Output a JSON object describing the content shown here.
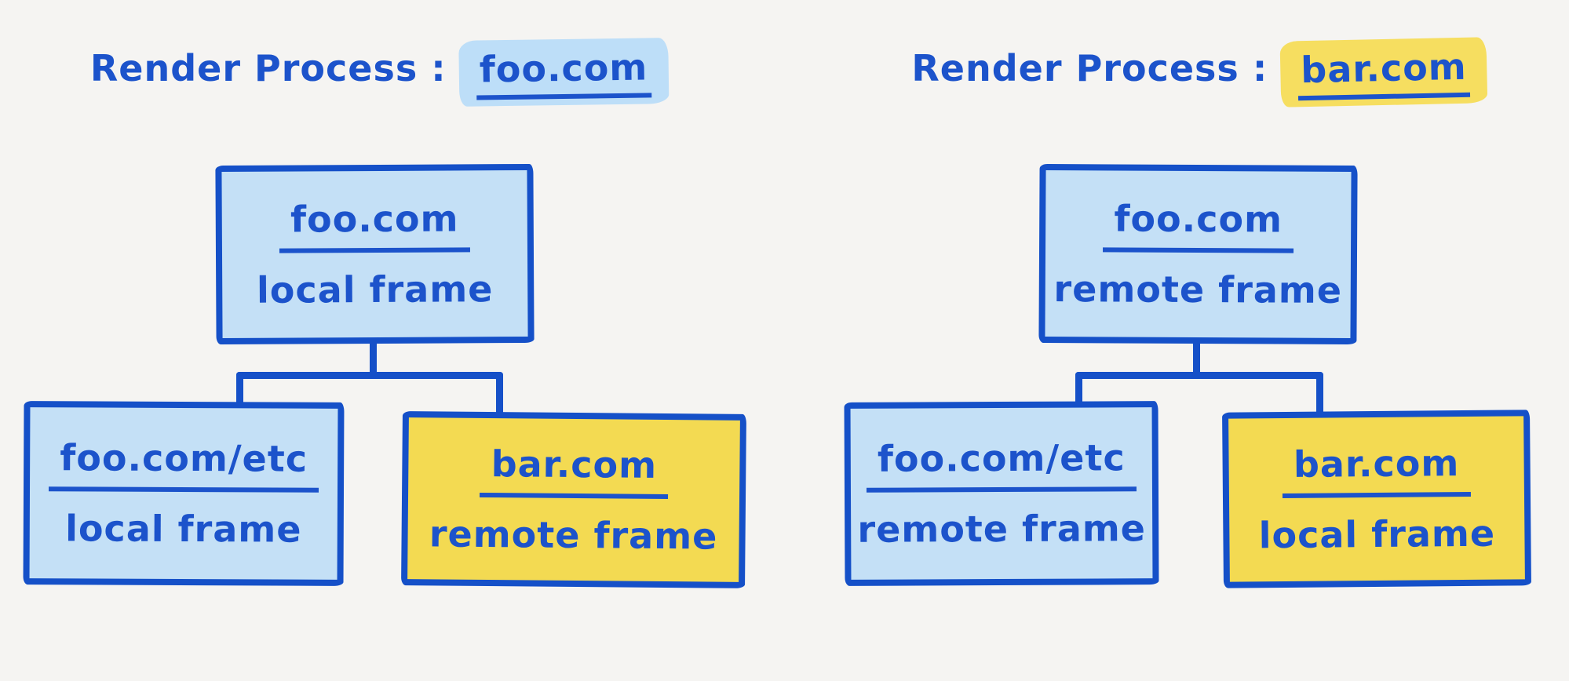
{
  "colors": {
    "background": "#F5F4F2",
    "ink_blue": "#1C53CB",
    "border_blue": "#1550C8",
    "light_blue_fill": "#C4E0F6",
    "yellow_fill": "#F3DA52",
    "blue_highlight": "#BDDEF8",
    "yellow_highlight": "#F6DE60"
  },
  "trees": [
    {
      "title_prefix": "Render Process :",
      "title_domain": "foo.com",
      "title_highlight_color": "#BDDEF8",
      "root": {
        "domain": "foo.com",
        "frame_type": "local frame",
        "fill": "#C4E0F6"
      },
      "children": [
        {
          "domain": "foo.com/etc",
          "frame_type": "local frame",
          "fill": "#C4E0F6"
        },
        {
          "domain": "bar.com",
          "frame_type": "remote frame",
          "fill": "#F3DA52"
        }
      ]
    },
    {
      "title_prefix": "Render Process :",
      "title_domain": "bar.com",
      "title_highlight_color": "#F6DE60",
      "root": {
        "domain": "foo.com",
        "frame_type": "remote frame",
        "fill": "#C4E0F6"
      },
      "children": [
        {
          "domain": "foo.com/etc",
          "frame_type": "remote frame",
          "fill": "#C4E0F6"
        },
        {
          "domain": "bar.com",
          "frame_type": "local frame",
          "fill": "#F3DA52"
        }
      ]
    }
  ]
}
